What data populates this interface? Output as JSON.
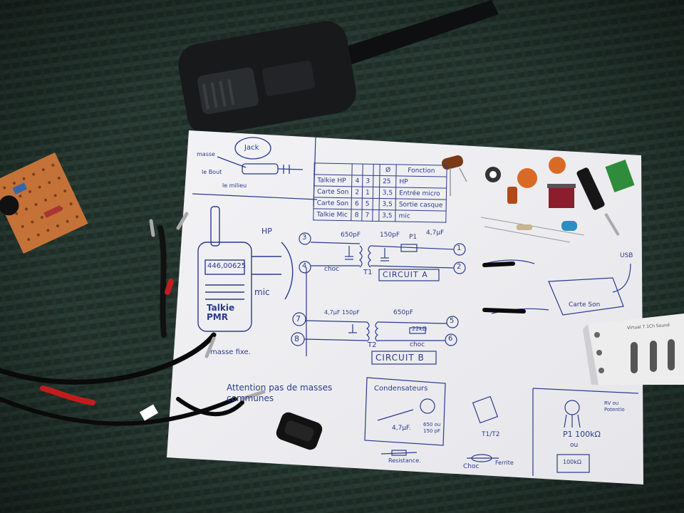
{
  "paper": {
    "jack_title": "Jack",
    "label_masse": "masse",
    "label_bout": "le Bout",
    "label_milieu": "le milieu",
    "table": {
      "header": [
        "",
        "",
        "",
        "",
        "Ø",
        "Fonction"
      ],
      "rows": [
        [
          "Talkie HP",
          "4",
          "3",
          "25",
          "HP"
        ],
        [
          "Carte Son",
          "2",
          "1",
          "3,5",
          "Entrée micro"
        ],
        [
          "Carte Son",
          "6",
          "5",
          "3,5",
          "Sortie casque"
        ],
        [
          "Talkie Mic",
          "8",
          "7",
          "3,5",
          "mic"
        ]
      ]
    },
    "radio_freq": "446,00625",
    "radio_text": "Talkie PMR",
    "hp_label": "HP",
    "mic_label": "mic",
    "circuit_a": {
      "title": "CIRCUIT A",
      "cap1": "650pF",
      "cap2": "150pF",
      "pot": "P1",
      "elec": "4,7µF",
      "choc": "choc",
      "t1": "T1",
      "nodes": [
        "3",
        "4",
        "1",
        "2"
      ]
    },
    "circuit_b": {
      "title": "CIRCUIT B",
      "cap_left": "4,7µF 150pF",
      "cap_right": "650pF",
      "res": "22kΩ",
      "choc": "choc",
      "t2": "T2",
      "nodes": [
        "7",
        "8",
        "5",
        "6"
      ]
    },
    "fixe_note": "masse fixe.",
    "warning": "Attention pas de masses communes",
    "condensateurs": {
      "title": "Condensateurs",
      "elec": "4,7µF.",
      "ceram": "650 ou 150 pF"
    },
    "resistance": "Resistance.",
    "t_label": "T1/T2",
    "choc_label": "Choc",
    "ferrite": "Ferrite",
    "carte_son": "Carte Son",
    "usb": "USB",
    "pot_box": {
      "title": "RV ou Potentio",
      "value": "P1 100kΩ",
      "or": "ou",
      "alt": "100kΩ"
    }
  },
  "usb_device_label": "Virtual 7.1Ch Sound"
}
